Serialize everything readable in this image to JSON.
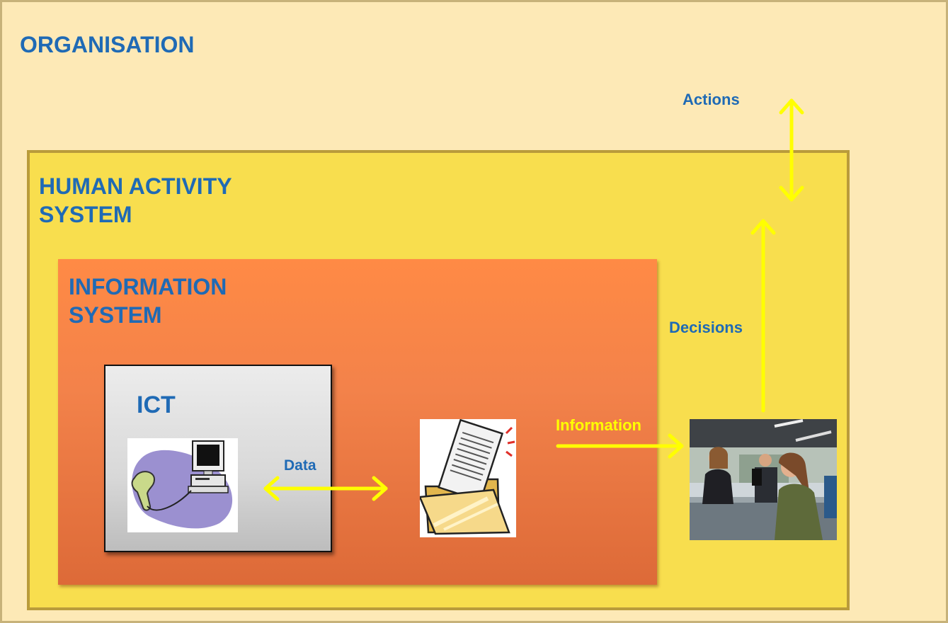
{
  "organisation": {
    "title": "ORGANISATION"
  },
  "human_activity_system": {
    "title_line1": "HUMAN ACTIVITY",
    "title_line2": "SYSTEM"
  },
  "information_system": {
    "title_line1": "INFORMATION",
    "title_line2": "SYSTEM"
  },
  "ict": {
    "title": "ICT"
  },
  "labels": {
    "data": "Data",
    "information": "Information",
    "decisions": "Decisions",
    "actions": "Actions"
  },
  "colors": {
    "title_blue": "#1f6ab5",
    "arrow_yellow": "#ffff00",
    "organisation_bg": "#fde9b6",
    "human_activity_bg": "#f8de4e",
    "information_system_bg": "#f3824a"
  },
  "icons": [
    "barcode-scanner-computer-icon",
    "folder-document-icon",
    "shop-counter-photo"
  ]
}
